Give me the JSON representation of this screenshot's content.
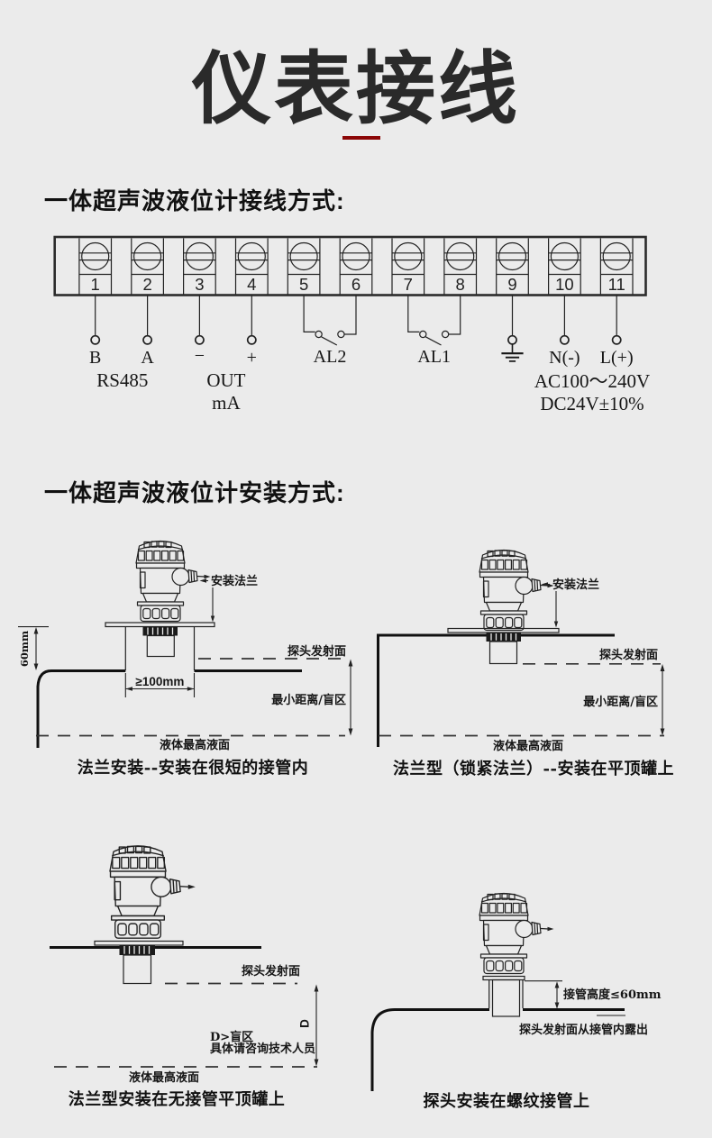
{
  "page": {
    "title": "仪表接线",
    "background": "#ebebeb",
    "ink": "#1a1a1a",
    "divider_color": "#8b0606"
  },
  "wiring": {
    "heading": "一体超声波液位计接线方式:",
    "terminals": [
      "1",
      "2",
      "3",
      "4",
      "5",
      "6",
      "7",
      "8",
      "9",
      "10",
      "11"
    ],
    "pins": {
      "b": "B",
      "a": "A",
      "minus": "−",
      "plus": "+",
      "al2": "AL2",
      "al1": "AL1",
      "ground_icon": "earth-ground-symbol",
      "n": "N(-)",
      "l": "L(+)"
    },
    "groups": {
      "rs485": "RS485",
      "out": "OUT",
      "ma": "mA",
      "ac": "AC100～240V",
      "dc": "DC24V±10%"
    }
  },
  "install": {
    "heading": "一体超声波液位计安装方式:",
    "diagrams": [
      {
        "id": "flange-in-short-nozzle",
        "labels": {
          "flange": "安装法兰",
          "nozzle_height": "60mm",
          "nozzle_width": "≥100mm",
          "probe_face": "探头发射面",
          "min_distance": "最小距离/盲区",
          "max_level": "液体最高液面"
        },
        "caption": "法兰安装--安装在很短的接管内"
      },
      {
        "id": "locking-flange-flat-top-tank",
        "labels": {
          "flange": "安装法兰",
          "probe_face": "探头发射面",
          "min_distance": "最小距离/盲区",
          "max_level": "液体最高液面"
        },
        "caption": "法兰型（锁紧法兰）--安装在平顶罐上"
      },
      {
        "id": "flange-flat-top-no-nozzle",
        "labels": {
          "probe_face": "探头发射面",
          "d": "D",
          "d_note1": "D>盲区",
          "d_note2": "具体请咨询技术人员",
          "max_level": "液体最高液面"
        },
        "caption": "法兰型安装在无接管平顶罐上"
      },
      {
        "id": "threaded-nozzle",
        "labels": {
          "nozzle_height": "接管高度≤60mm",
          "probe_note": "探头发射面从接管内露出"
        },
        "caption": "探头安装在螺纹接管上"
      }
    ]
  }
}
